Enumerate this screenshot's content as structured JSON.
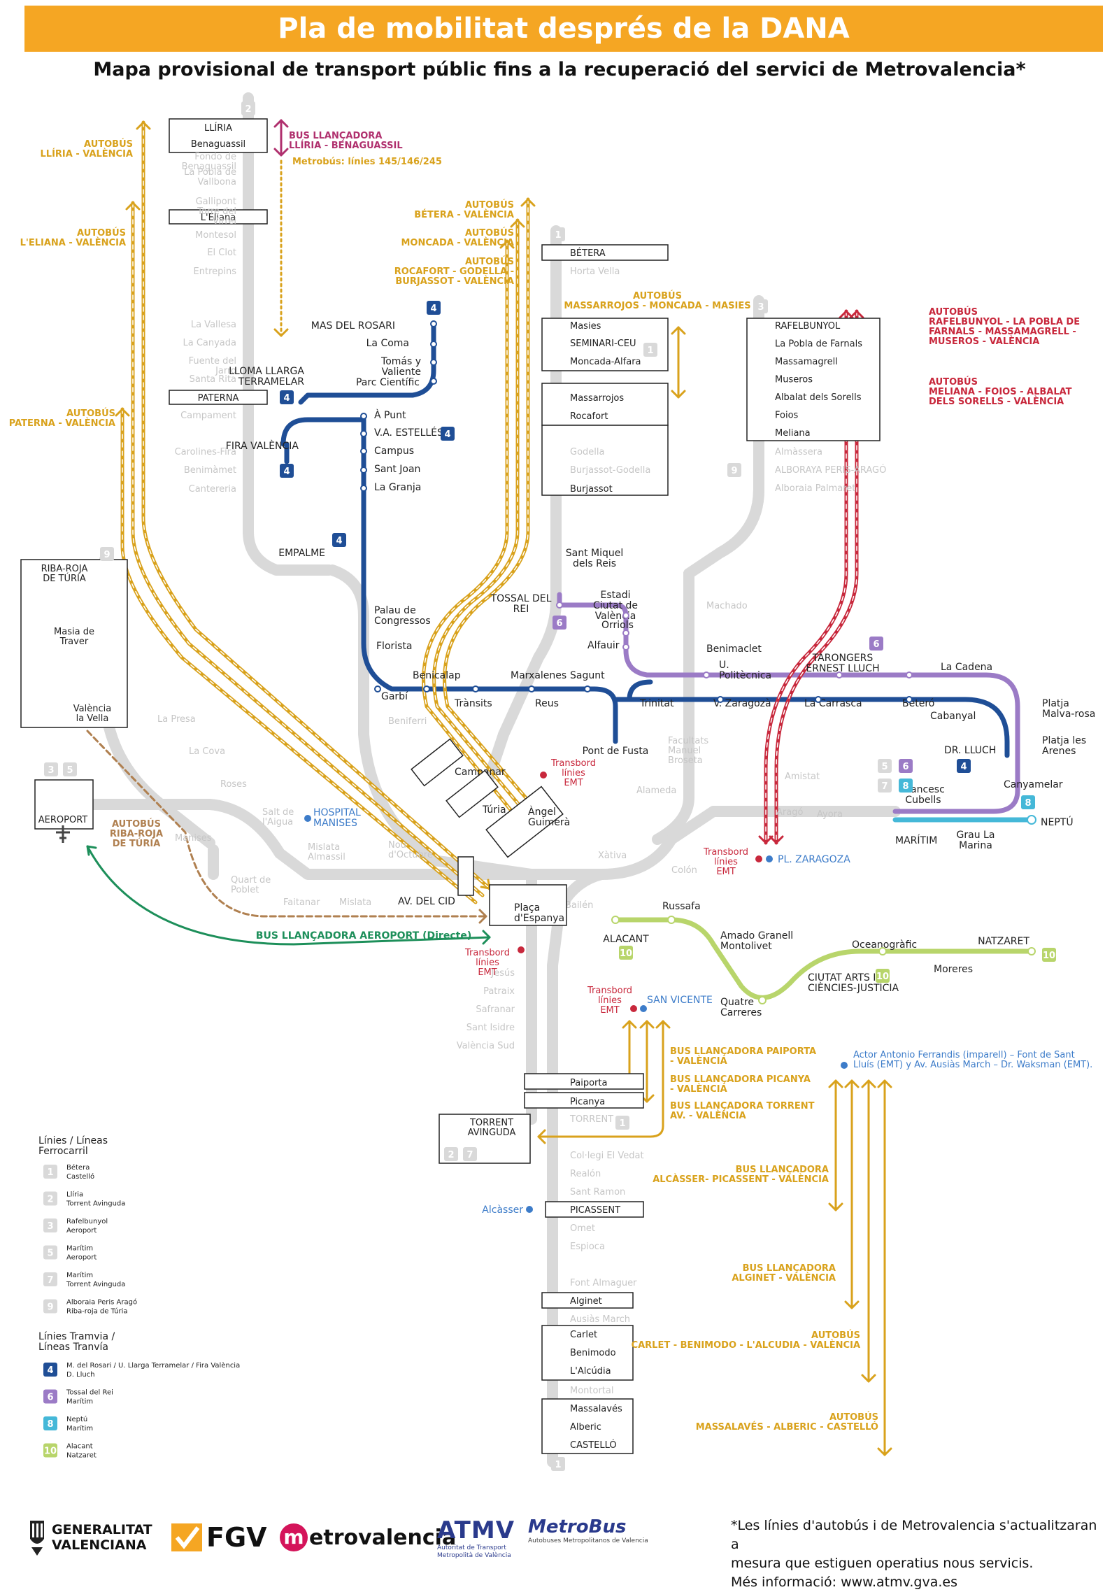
{
  "header": {
    "title": "Pla de mobilitat després de la DANA",
    "subtitle": "Mapa provisional de transport públic fins a la recuperació del servici de Metrovalencia*"
  },
  "colors": {
    "banner": "#f5a623",
    "rail_grey": "#d9d9d9",
    "tram_l4": "#1f4e96",
    "tram_l6": "#9b7bc6",
    "tram_l8": "#45b8d8",
    "tram_l10": "#b8d56b",
    "bus_yellow": "#d9a21c",
    "bus_red": "#c8283c",
    "bus_magenta": "#b0306e",
    "bus_green": "#1d8f5a",
    "bus_brown": "#b08050",
    "label_blue": "#3d7cc9"
  },
  "active_stations": {
    "line2": [
      "LLÍRIA",
      "Benaguassil",
      "L'Eliana",
      "PATERNA"
    ],
    "line1_north": [
      "BÉTERA",
      "Masies",
      "SEMINARI-CEU",
      "Moncada-Alfara",
      "Massarrojos",
      "Rocafort",
      "Burjassot"
    ],
    "line3": [
      "RAFELBUNYOL",
      "La Pobla de Farnals",
      "Massamagrell",
      "Museros",
      "Albalat dels Sorells",
      "Foios",
      "Meliana"
    ],
    "line9": [
      "RIBA-ROJA DE TÚRIA",
      "Masia de Traver",
      "València la Vella"
    ],
    "line1_south": [
      "Paiporta",
      "Picanya",
      "TORRENT AVINGUDA",
      "PICASSENT",
      "Alginet",
      "Carlet",
      "Benimodo",
      "L'Alcúdia",
      "Massalavés",
      "Alberic",
      "CASTELLÓ"
    ],
    "airport": "AEROPORT"
  },
  "grey_stations": {
    "line2": [
      "Fondo de Benaguassil",
      "La Pobla de Vallbona",
      "Gallipont Torre del Virrei",
      "Montesol",
      "El Clot",
      "Entrepins",
      "La Vallesa",
      "La Canyada",
      "Fuente del Jarro",
      "Santa Rita",
      "Campament",
      "Carolines-Fira",
      "Benimàmet",
      "Cantereria"
    ],
    "line1_north": [
      "Horta Vella",
      "Godella",
      "Burjassot-Godella"
    ],
    "line3": [
      "Almàssera",
      "ALBORAYA PERIS-ARAGÓ",
      "Alboraia Palmaret",
      "Machado"
    ],
    "line9": [
      "La Presa",
      "La Cova",
      "Roses",
      "Manises",
      "Quart de Poblet",
      "Salt de l'Aigua",
      "Faitanar",
      "Mislata",
      "Mislata Almassil",
      "Nou d'Octubre",
      "Beniferri",
      "Xàtiva",
      "Alameda",
      "Facultats Manuel Broseta",
      "Amistat",
      "Aragó",
      "Ayora",
      "Colón",
      "Bailén"
    ],
    "line1_south": [
      "Jesús",
      "Patraix",
      "Safranar",
      "Sant Isidre",
      "València Sud",
      "TORRENT",
      "Col·legi El Vedat",
      "Realón",
      "Sant Ramon",
      "Omet",
      "Espioca",
      "Font Almaguer",
      "Ausiàs March",
      "Montortal"
    ]
  },
  "line_badges": [
    "1",
    "2",
    "3",
    "4",
    "5",
    "6",
    "7",
    "8",
    "9",
    "10"
  ],
  "tram_stations": {
    "l4_branch": [
      "MAS DEL ROSARI",
      "La Coma",
      "Tomás y Valiente",
      "Parc Científic",
      "LLOMA LLARGA TERRAMELAR",
      "À Punt",
      "V.A. ESTELLÉS",
      "FIRA VALÈNCIA",
      "Campus",
      "Sant Joan",
      "La Granja",
      "EMPALME"
    ],
    "l4_main": [
      "Palau de Congressos",
      "Florista",
      "Garbí",
      "Benicalap",
      "Trànsits",
      "Marxalenes",
      "Reus",
      "Sagunt",
      "Pont de Fusta",
      "Trinitat",
      "Benimaclet",
      "V. Zaragozà",
      "La Carrasca",
      "Beteró",
      "Cabanyal",
      "DR. LLUCH"
    ],
    "l6": [
      "TOSSAL DEL REI",
      "Sant Miquel dels Reis",
      "Estadi Ciutat de València",
      "Orriols",
      "Alfauir",
      "U. Politècnica",
      "TARONGERS ERNEST LLUCH",
      "La Cadena",
      "Platja Malva-rosa",
      "Platja les Arenes",
      "Canyamelar",
      "Francesc Cubells",
      "Grau La Marina",
      "MARÍTIM"
    ],
    "l8": [
      "NEPTÚ"
    ],
    "l10": [
      "ALACANT",
      "Russafa",
      "Amado Granell Montolivet",
      "Quatre Carreres",
      "CIUTAT ARTS I CIÈNCIES-JUSTÍCIA",
      "Oceanogràfic",
      "Moreres",
      "NATZARET"
    ]
  },
  "city_stops": [
    "Campanar",
    "Túria",
    "Àngel Guimerà",
    "AV. DEL CID",
    "Plaça d'Espanya",
    "PL. ZARAGOZA",
    "SAN VICENTE"
  ],
  "transfer_labels": {
    "emt": "Transbord línies EMT",
    "hospital": "HOSPITAL MANISES",
    "alcasser": "Alcàsser",
    "ausias_note": "Actor Antonio Ferrandis (imparell) – Font de Sant Lluís (EMT) y Av. Ausiàs March – Dr. Waksman (EMT)."
  },
  "bus_routes": {
    "lliria": "AUTOBÚS LLÍRIA - VALÈNCIA",
    "leliana": "AUTOBÚS L'ELIANA - VALÈNCIA",
    "paterna": "AUTOBÚS PATERNA - VALÈNCIA",
    "llancadora_lliria": "BUS LLANÇADORA LLÍRIA - BENAGUASSIL",
    "metrobus": "Metrobús: línies 145/146/245",
    "betera": "AUTOBÚS BÉTERA - VALÈNCIA",
    "moncada": "AUTOBÚS MONCADA - VALÈNCIA",
    "rocafort": "AUTOBÚS ROCAFORT - GODELLA - BURJASSOT - VALÈNCIA",
    "massarrojos": "AUTOBÚS MASSARROJOS - MONCADA - MASIES",
    "rafelbunyol": "AUTOBÚS RAFELBUNYOL - LA POBLA DE FARNALS - MASSAMAGRELL - MUSEROS - VALÈNCIA",
    "meliana": "AUTOBÚS MELIANA - FOIOS - ALBALAT DELS SORELLS - VALÈNCIA",
    "ribaroja": "AUTOBÚS RIBA-ROJA DE TÚRIA",
    "aeroport": "BUS LLANÇADORA AEROPORT (Directe)",
    "paiporta": "BUS LLANÇADORA PAIPORTA - VALÈNCIA",
    "picanya": "BUS LLANÇADORA PICANYA - VALÈNCIA",
    "torrent": "BUS LLANÇADORA TORRENT AV. - VALÈNCIA",
    "alcasser": "BUS LLANÇADORA ALCÀSSER- PICASSENT - VALÈNCIA",
    "alginet": "BUS LLANÇADORA ALGINET - VALÈNCIA",
    "carlet": "AUTOBÚS CARLET - BENIMODO - L'ALCUDIA - VALÈNCIA",
    "massalaves": "AUTOBÚS MASSALAVÉS - ALBERIC - CASTELLÓ"
  },
  "legend": {
    "rail_title": "Línies / Líneas Ferrocarril",
    "rail": [
      {
        "num": "1",
        "a": "Bétera",
        "b": "Castelló",
        "color": "#d9d9d9"
      },
      {
        "num": "2",
        "a": "Llíria",
        "b": "Torrent Avinguda",
        "color": "#d9d9d9"
      },
      {
        "num": "3",
        "a": "Rafelbunyol",
        "b": "Aeroport",
        "color": "#d9d9d9"
      },
      {
        "num": "5",
        "a": "Marítim",
        "b": "Aeroport",
        "color": "#d9d9d9"
      },
      {
        "num": "7",
        "a": "Marítim",
        "b": "Torrent Avinguda",
        "color": "#d9d9d9"
      },
      {
        "num": "9",
        "a": "Alboraia Peris Aragó",
        "b": "Riba-roja de Túria",
        "color": "#d9d9d9"
      }
    ],
    "tram_title": "Línies Tramvia / Líneas Tranvía",
    "tram": [
      {
        "num": "4",
        "a": "M. del Rosari / U. Llarga Terramelar / Fira València",
        "b": "D. Lluch",
        "color": "#1f4e96"
      },
      {
        "num": "6",
        "a": "Tossal del Rei",
        "b": "Marítim",
        "color": "#9b7bc6"
      },
      {
        "num": "8",
        "a": "Neptú",
        "b": "Marítim",
        "color": "#45b8d8"
      },
      {
        "num": "10",
        "a": "Alacant",
        "b": "Natzaret",
        "color": "#b8d56b"
      }
    ]
  },
  "footer": {
    "note1": "*Les línies d'autobús i de Metrovalencia s'actualitzaran a",
    "note2": "mesura que estiguen operatius nous servicis.",
    "note3": "Més informació: www.atmv.gva.es",
    "gv1": "GENERALITAT",
    "gv2": "VALENCIANA",
    "fgv": "FGV",
    "metro_m": "m",
    "metro_rest": "etrovalencia",
    "atmv": "ATMV",
    "atmv_sub1": "Autoritat de Transport",
    "atmv_sub2": "Metropolità de València",
    "metrobus": "MetroBus",
    "metrobus_sub": "Autobuses Metropolitanos de Valencia"
  }
}
